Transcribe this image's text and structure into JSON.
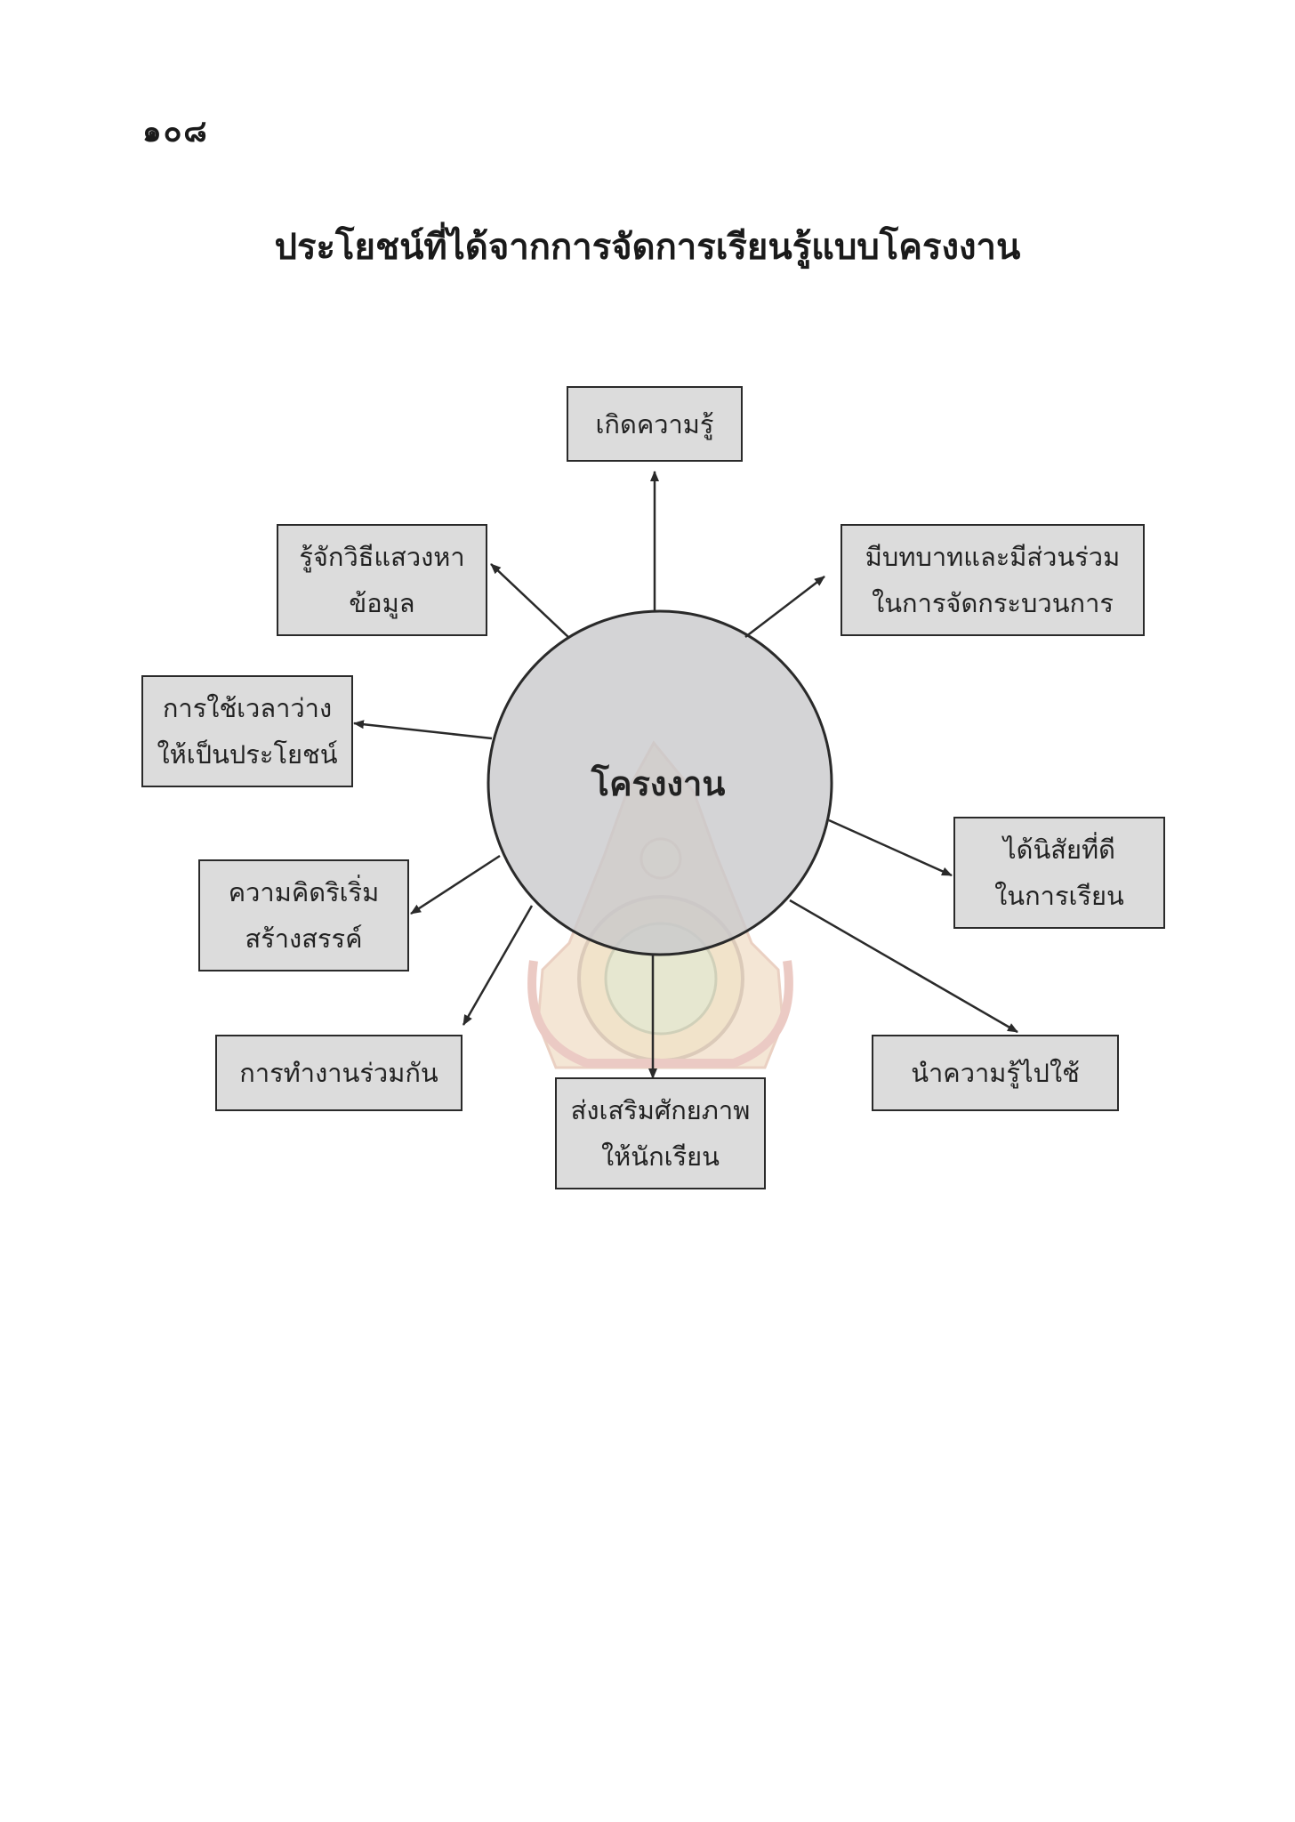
{
  "page": {
    "number": "๑๐๘",
    "title": "ประโยชน์ที่ได้จากการจัดการเรียนรู้แบบโครงงาน"
  },
  "diagram": {
    "center": "โครงงาน",
    "nodes": [
      {
        "id": "top",
        "lines": [
          "เกิดความรู้"
        ]
      },
      {
        "id": "upper-left",
        "lines": [
          "รู้จักวิธีแสวงหา",
          "ข้อมูล"
        ]
      },
      {
        "id": "upper-right",
        "lines": [
          "มีบทบาทและมีส่วนร่วม",
          "ในการจัดกระบวนการ"
        ]
      },
      {
        "id": "left",
        "lines": [
          "การใช้เวลาว่าง",
          "ให้เป็นประโยชน์"
        ]
      },
      {
        "id": "right",
        "lines": [
          "ได้นิสัยที่ดี",
          "ในการเรียน"
        ]
      },
      {
        "id": "lower-left",
        "lines": [
          "ความคิดริเริ่ม",
          "สร้างสรรค์"
        ]
      },
      {
        "id": "bottom-left",
        "lines": [
          "การทำงานร่วมกัน"
        ]
      },
      {
        "id": "bottom",
        "lines": [
          "ส่งเสริมศักยภาพ",
          "ให้นักเรียน"
        ]
      },
      {
        "id": "bottom-right",
        "lines": [
          "นำความรู้ไปใช้"
        ]
      }
    ]
  },
  "colors": {
    "node_fill": "#dcdcdc",
    "circle_fill": "#c8c8ca",
    "stroke": "#2a2a2a"
  }
}
